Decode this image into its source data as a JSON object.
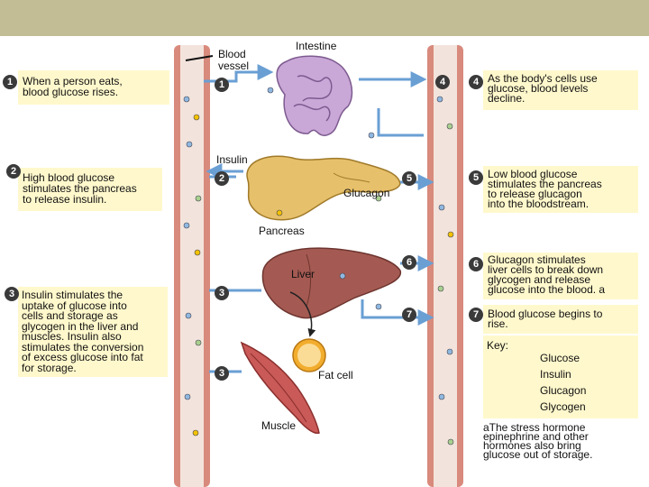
{
  "labels": {
    "intestine": "Intestine",
    "blood_vessel": "Blood\nvessel",
    "insulin": "Insulin",
    "glucagon": "Glucagon",
    "pancreas": "Pancreas",
    "liver": "Liver",
    "fat_cell": "Fat cell",
    "muscle": "Muscle"
  },
  "markers": {
    "m1": "1",
    "m2": "2",
    "m3a": "3",
    "m3b": "3",
    "m4": "4",
    "m5": "5",
    "m6": "6",
    "m7": "7"
  },
  "steps": [
    {
      "num": "1",
      "text": "When a person eats,\nblood glucose rises."
    },
    {
      "num": "2",
      "text": "High blood glucose\nstimulates the pancreas\nto release insulin."
    },
    {
      "num": "3",
      "text": "Insulin stimulates the\nuptake of glucose into\ncells and storage as\nglycogen in the liver and\nmuscles. Insulin also\nstimulates the conversion\nof excess glucose into fat\nfor storage."
    },
    {
      "num": "4",
      "text": "As the body's cells use\nglucose, blood levels\ndecline."
    },
    {
      "num": "5",
      "text": "Low blood glucose\nstimulates the pancreas\nto release glucagon\ninto the bloodstream."
    },
    {
      "num": "6",
      "text": "Glucagon stimulates\nliver cells to break down\nglycogen and release\nglucose into the blood. a"
    },
    {
      "num": "7",
      "text": "Blood glucose begins to\nrise."
    }
  ],
  "key": {
    "title": "Key:",
    "items": [
      "Glucose",
      "Insulin",
      "Glucagon",
      "Glycogen"
    ]
  },
  "footnote": "aThe stress hormone\nepinephrine and other\nhormones also bring\nglucose out of storage.",
  "colors": {
    "background": "#c2bd95",
    "step_box": "#fff8cc",
    "glucose": "#8fb8e0",
    "insulin": "#f2c200",
    "glucagon": "#a9d08e",
    "vessel": "#d88a7c",
    "arrow": "#6a9fd4"
  }
}
